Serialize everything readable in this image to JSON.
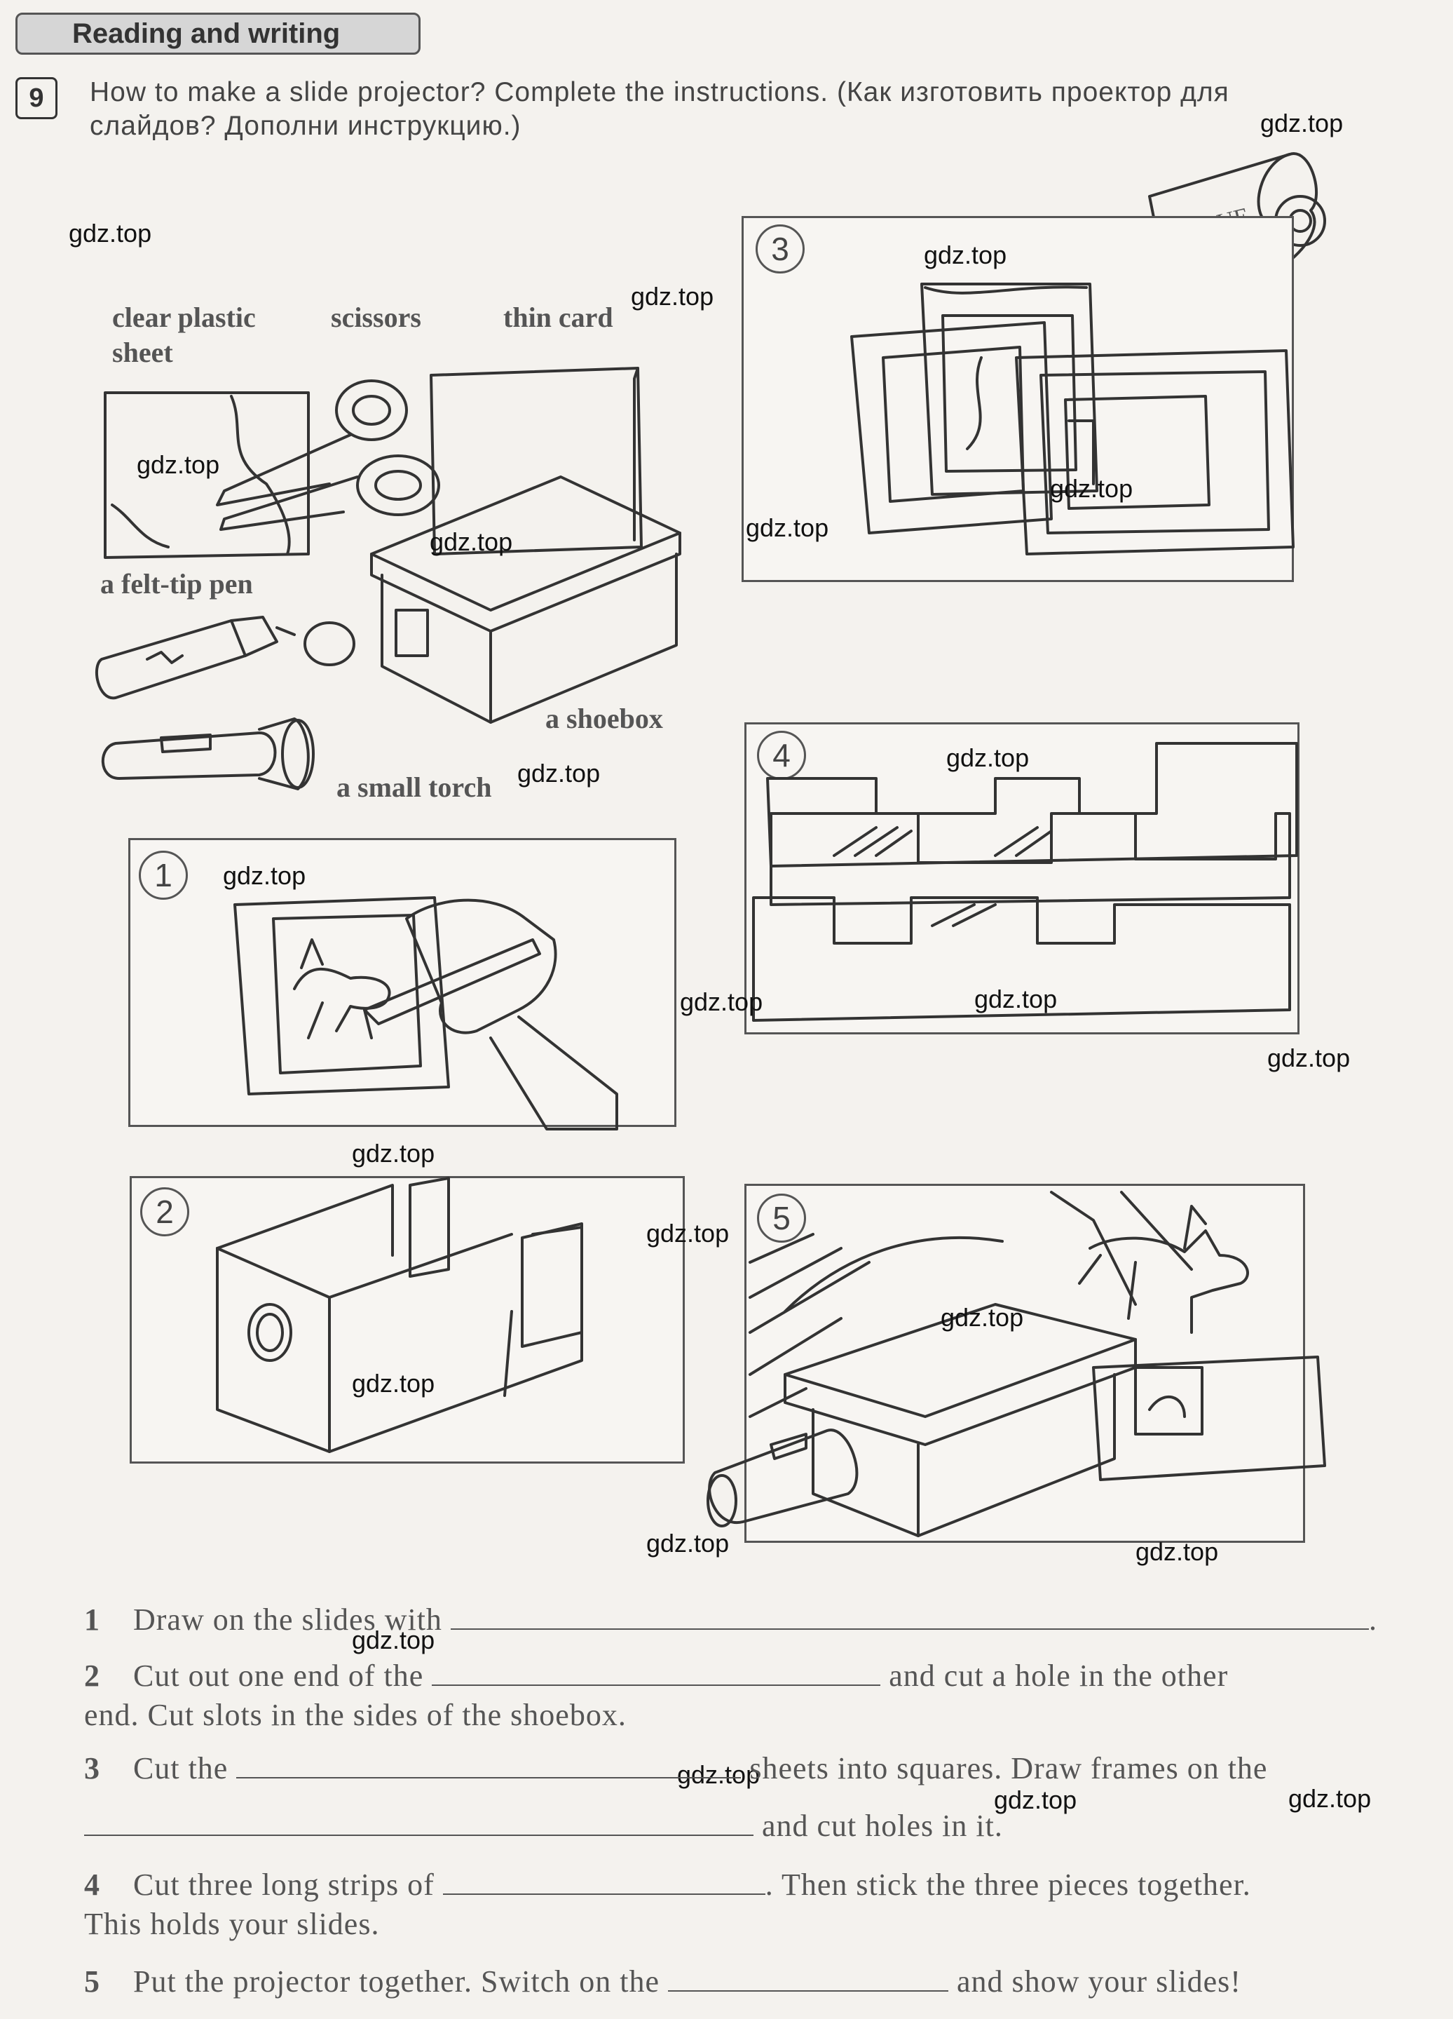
{
  "header": {
    "section": "Reading and writing",
    "task_number": "9",
    "instruction_line1": "How to make a slide projector? Complete the instructions. (Как изготовить проектор для",
    "instruction_line2": "слайдов? Дополни инструкцию.)"
  },
  "materials": {
    "clear_plastic_line1": "clear plastic",
    "clear_plastic_line2": "sheet",
    "scissors": "scissors",
    "thin_card": "thin card",
    "felt_tip_pen": "a felt-tip pen",
    "shoebox": "a shoebox",
    "small_torch": "a small torch"
  },
  "steps": [
    "1",
    "2",
    "3",
    "4",
    "5"
  ],
  "glue_label": "GLUE",
  "watermark": "gdz.top",
  "sentences": {
    "s1": {
      "num": "1",
      "a": "Draw on the slides with",
      "end": "."
    },
    "s2": {
      "num": "2",
      "a": "Cut out one end of the",
      "b": "and cut a hole in the other",
      "c": "end. Cut slots in the sides of the shoebox."
    },
    "s3": {
      "num": "3",
      "a": "Cut the",
      "b": "sheets into squares. Draw frames on the",
      "c": "and cut holes in it."
    },
    "s4": {
      "num": "4",
      "a": "Cut three long strips of",
      "b": ". Then stick the three pieces together.",
      "c": "This holds your slides."
    },
    "s5": {
      "num": "5",
      "a": "Put the projector together. Switch on the",
      "b": "and show your slides!"
    }
  }
}
